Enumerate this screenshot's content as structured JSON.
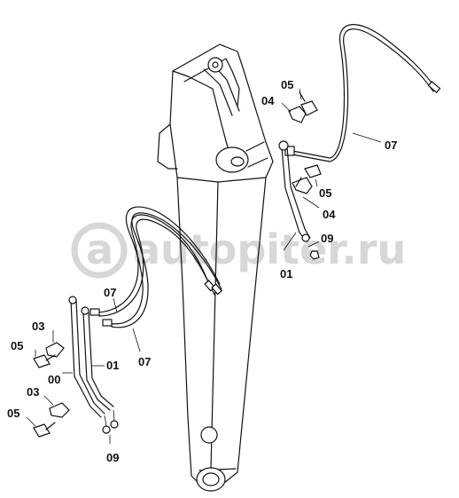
{
  "watermark": {
    "text": "autopiter.ru",
    "logo_letter": "a"
  },
  "labels": {
    "p05_top": "05",
    "p04_top": "04",
    "p07_right": "07",
    "p05_mid": "05",
    "p04_mid": "04",
    "p09_right": "09",
    "p01_right": "01",
    "p07_center": "07",
    "p07_lower": "07",
    "p03_a": "03",
    "p05_a": "05",
    "p01_left": "01",
    "p00": "00",
    "p03_b": "03",
    "p05_b": "05",
    "p09_bottom": "09"
  },
  "colors": {
    "ink": "#111111",
    "watermark": "#d7d7d7",
    "background": "#ffffff"
  }
}
